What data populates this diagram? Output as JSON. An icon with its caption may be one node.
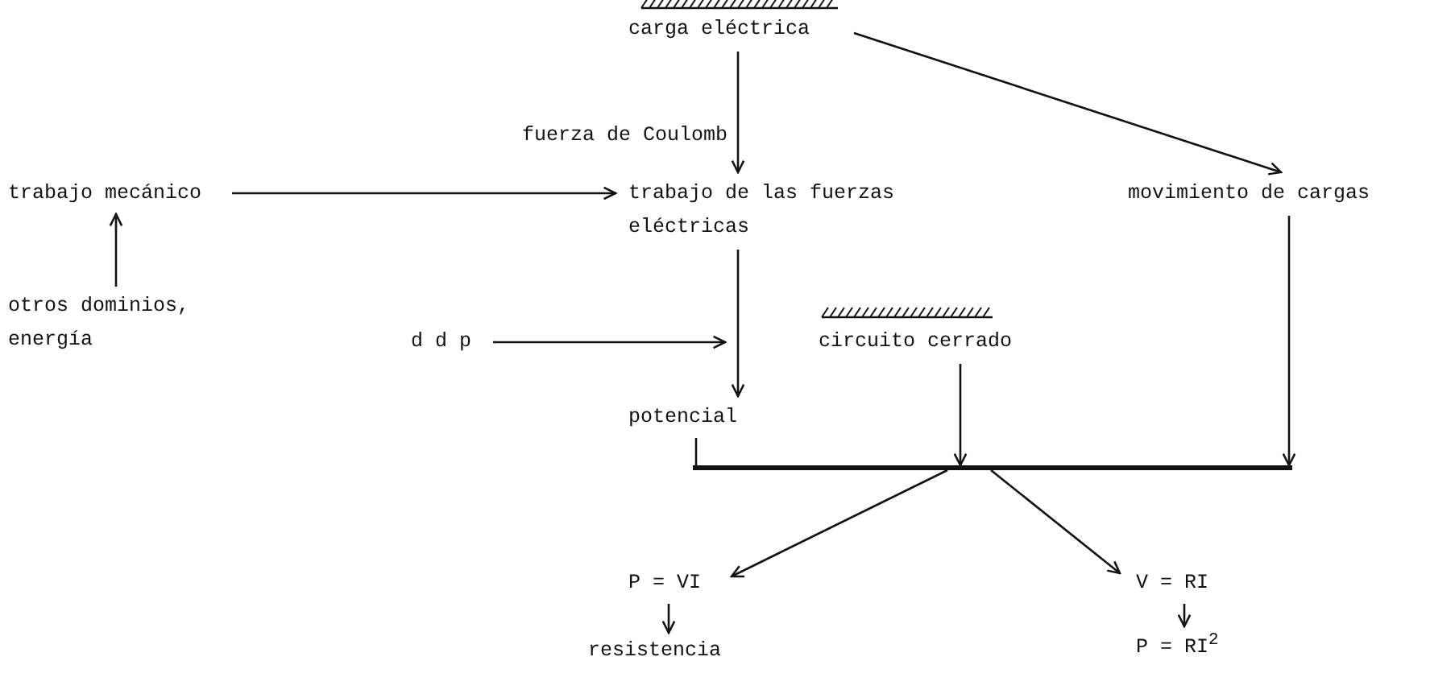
{
  "diagram": {
    "nodes": [
      {
        "text": [
          "carga eléctrica"
        ]
      },
      {
        "text": [
          "trabajo de las fuerzas eléctricas"
        ]
      },
      {
        "text": [
          "movimiento de cargas"
        ]
      },
      {
        "text": [
          "trabajo mecánico"
        ]
      },
      {
        "text": [
          "otros dominios, energía"
        ]
      },
      {
        "text": [
          "d d p"
        ]
      },
      {
        "text": [
          "circuito cerrado"
        ]
      },
      {
        "text": [
          "potencial"
        ]
      },
      {
        "text": [],
        "shape": "bar"
      },
      {
        "text": [
          "P = VI"
        ]
      },
      {
        "text": [
          "V = RI"
        ]
      },
      {
        "text": [
          "resistencia"
        ]
      },
      {
        "text": [
          "P = RI$^{2}$"
        ]
      }
    ],
    "edges": [
      {
        "from": 0,
        "to": 1,
        "arrow": "to",
        "label": "fuerza de Coulomb"
      },
      {
        "from": 0,
        "to": 2,
        "arrow": "to"
      },
      {
        "from": 3,
        "to": 1,
        "arrow": "to"
      },
      {
        "from": 4,
        "to": 3,
        "arrow": "to"
      },
      {
        "from": 1,
        "to": 7,
        "arrow": "to"
      },
      {
        "from": 5,
        "to": null,
        "arrow": "to"
      },
      {
        "from": 6,
        "to": 8,
        "arrow": "to"
      },
      {
        "from": 2,
        "to": 8,
        "arrow": "to"
      },
      {
        "from": 7,
        "to": 8,
        "arrow": "none"
      },
      {
        "from": 8,
        "to": 9,
        "arrow": "to"
      },
      {
        "from": 8,
        "to": 10,
        "arrow": "to"
      },
      {
        "from": 9,
        "to": 11,
        "arrow": "to"
      },
      {
        "from": 10,
        "to": 12,
        "arrow": "to"
      }
    ]
  }
}
